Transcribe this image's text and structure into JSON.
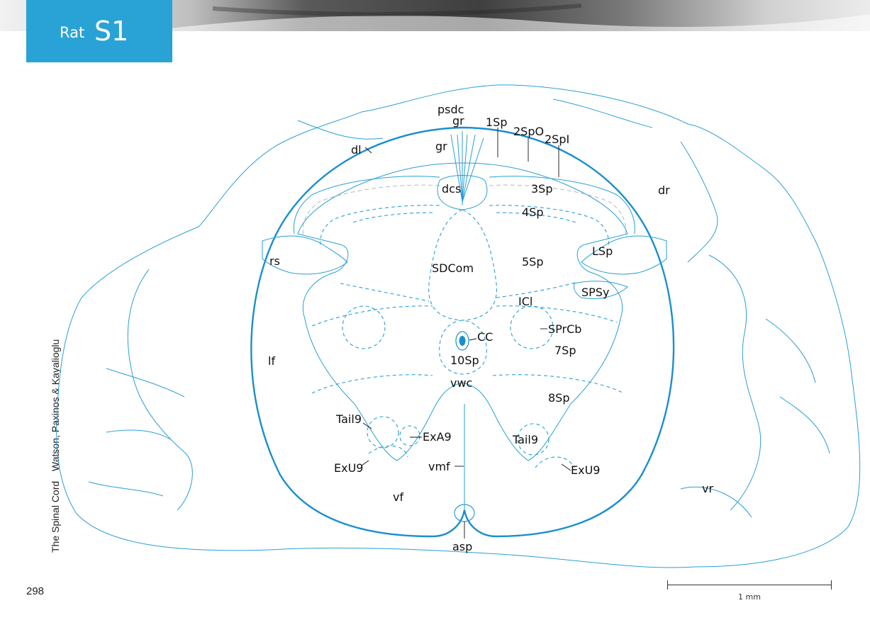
{
  "header": {
    "species": "Rat",
    "section": "S1"
  },
  "side_label": {
    "book": "The Spinal Cord",
    "authors": "Watson, Paxinos & Kayalioglu"
  },
  "page_number": "298",
  "scale_bar": {
    "label": "1 mm"
  },
  "labels": {
    "psdc": "psdc",
    "gr_top": "gr",
    "gr": "gr",
    "sp1": "1Sp",
    "sp2o": "2SpO",
    "sp2i": "2SpI",
    "dl": "dl",
    "dr": "dr",
    "dcs": "dcs",
    "sp3": "3Sp",
    "sp4": "4Sp",
    "rs": "rs",
    "lsp": "LSp",
    "sdcom": "SDCom",
    "sp5": "5Sp",
    "spsy": "SPSy",
    "icl": "ICl",
    "cc": "CC",
    "sprcb": "SPrCb",
    "sp7": "7Sp",
    "sp10": "10Sp",
    "lf": "lf",
    "vwc": "vwc",
    "sp8": "8Sp",
    "tail9_left": "Tail9",
    "exa9": "ExA9",
    "tail9_right": "Tail9",
    "exu9_left": "ExU9",
    "vmf": "vmf",
    "exu9_right": "ExU9",
    "vf": "vf",
    "vr": "vr",
    "asp": "asp"
  },
  "colors": {
    "accent": "#29a3d6",
    "line": "#2a9fd6",
    "text": "#111111"
  }
}
